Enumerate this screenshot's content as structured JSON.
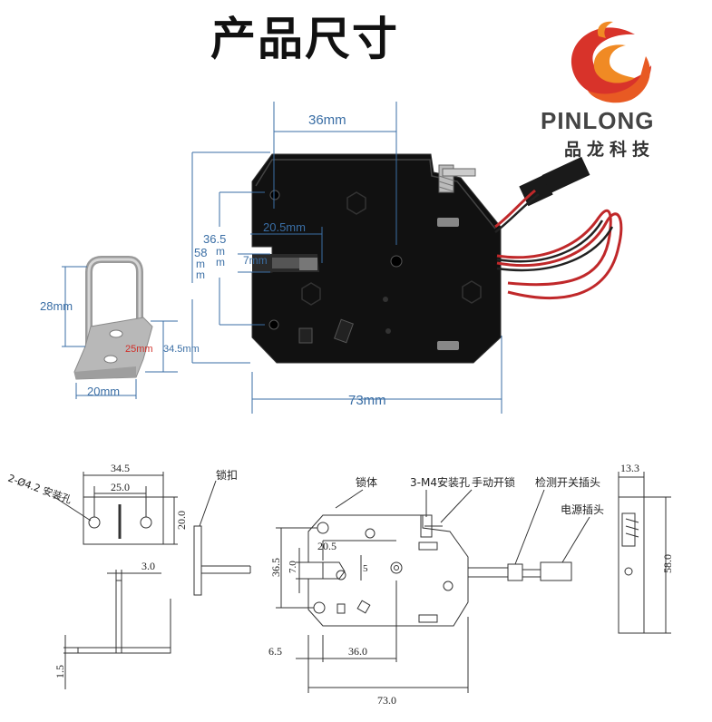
{
  "title": "产品尺寸",
  "brand": {
    "name": "PINLONG",
    "name_cn": "品龙科技",
    "colors": {
      "flame_red": "#d8332a",
      "flame_orange": "#f08a24",
      "text": "#444444"
    }
  },
  "photo_dims": {
    "width_36": "36mm",
    "h_365": "36.5",
    "w_205": "20.5mm",
    "h_7": "7mm",
    "h_58": "58",
    "mm": "m",
    "mm2": "m",
    "mm3": "m",
    "mm4": "m",
    "width_73": "73mm",
    "bracket_28": "28mm",
    "bracket_25": "25mm",
    "bracket_345": "34.5mm",
    "bracket_20": "20mm",
    "dim_color": "#3a6ea5",
    "red_color": "#d0302a"
  },
  "drawing": {
    "d345": "34.5",
    "d25": "25.0",
    "d20": "20.0",
    "holes": "2-Ø4.2 安装孔",
    "d30": "3.0",
    "d15": "1.5",
    "latch": "锁扣",
    "body": "锁体",
    "m4": "3-M4安装孔",
    "manual": "手动开锁",
    "detect": "检测开关插头",
    "power": "电源插头",
    "d205": "20.5",
    "d7": "7.0",
    "d5": "5",
    "d365": "36.5",
    "d65": "6.5",
    "d360": "36.0",
    "d73": "73.0",
    "d133": "13.3",
    "d58": "58.0"
  }
}
